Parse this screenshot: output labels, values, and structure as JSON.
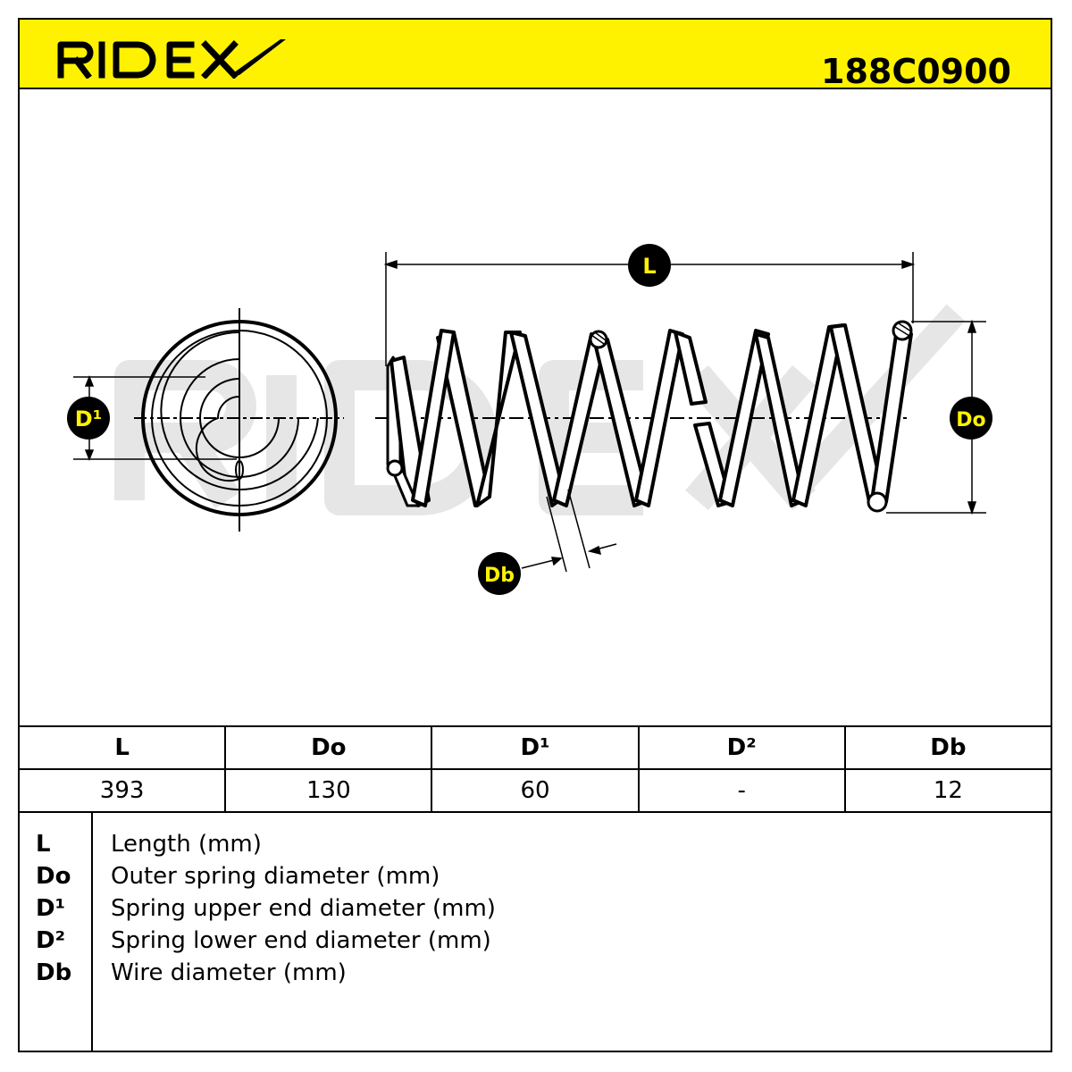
{
  "header": {
    "brand": "RIDEX",
    "part_number": "188C0900",
    "accent_color": "#fff200"
  },
  "diagram": {
    "labels": {
      "length": "L",
      "outer_diameter": "Do",
      "upper_end_diameter": "D¹",
      "wire_diameter": "Db"
    },
    "watermark": "RIDEX"
  },
  "table": {
    "headers": [
      "L",
      "Do",
      "D¹",
      "D²",
      "Db"
    ],
    "values": [
      "393",
      "130",
      "60",
      "-",
      "12"
    ]
  },
  "legend": [
    {
      "key": "L",
      "desc": "Length (mm)"
    },
    {
      "key": "Do",
      "desc": "Outer spring diameter (mm)"
    },
    {
      "key": "D¹",
      "desc": "Spring upper end diameter (mm)"
    },
    {
      "key": "D²",
      "desc": "Spring lower end diameter (mm)"
    },
    {
      "key": "Db",
      "desc": "Wire diameter (mm)"
    }
  ]
}
